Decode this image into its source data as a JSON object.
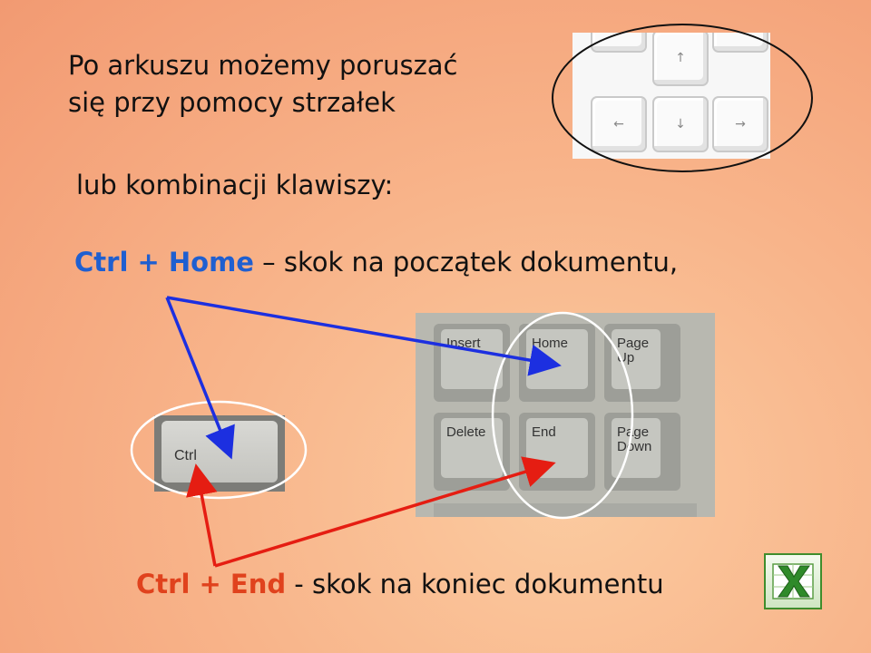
{
  "text": {
    "intro_line1": "Po arkuszu możemy poruszać",
    "intro_line2": "się przy pomocy strzałek",
    "combo_intro": "lub kombinacji klawiszy:",
    "home_shortcut": "Ctrl + Home",
    "home_desc": " – skok na początek dokumentu,",
    "end_shortcut": "Ctrl + End",
    "end_desc": " - skok na koniec dokumentu"
  },
  "arrow_keys": {
    "up": "↑",
    "left": "←",
    "down": "↓",
    "right": "→"
  },
  "keypad": {
    "insert": "Insert",
    "home": "Home",
    "page_up": "Page Up",
    "delete": "Delete",
    "end": "End",
    "page_down": "Page Down"
  },
  "ctrl_key": {
    "label": "Ctrl"
  },
  "colors": {
    "home_arrow": "#1c2fe0",
    "end_arrow": "#e51d12",
    "home_text": "#1f5fd0",
    "end_text": "#e0421d"
  },
  "icons": {
    "excel": "excel-icon"
  }
}
